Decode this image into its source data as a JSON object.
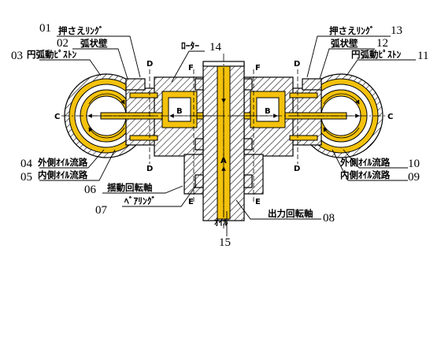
{
  "labels": {
    "n01": "01",
    "n02": "02",
    "n03": "03",
    "n04": "04",
    "n05": "05",
    "n06": "06",
    "n07": "07",
    "n08": "08",
    "n09": "09",
    "n10": "10",
    "n11": "11",
    "n12": "12",
    "n13": "13",
    "n14": "14",
    "n15": "15",
    "pressing_ring": "押さえﾘﾝｸﾞ",
    "arc_wall": "弧状壁",
    "arc_piston": "円弧動ﾋﾟｽﾄﾝ",
    "outer_oil_path": "外側ｵｲﾙ流路",
    "inner_oil_path": "内側ｵｲﾙ流路",
    "swing_shaft": "揺動回転軸",
    "bearing": "ﾍﾞｱﾘﾝｸﾞ",
    "rotor": "ﾛｰﾀｰ",
    "output_shaft": "出力回転軸",
    "oil": "ｵｲﾙ"
  },
  "section_marks": {
    "a": "A",
    "b": "B",
    "c": "C",
    "d": "D",
    "e": "E",
    "f": "F"
  },
  "colors": {
    "oil": "#f4c20d",
    "line": "#000000",
    "background": "#ffffff"
  }
}
